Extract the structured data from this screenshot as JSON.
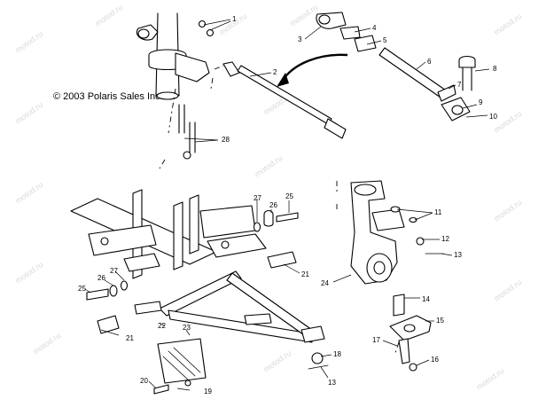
{
  "copyright": "© 2003 Polaris Sales Inc.",
  "watermark": "motod.ru",
  "callouts": {
    "c1": "1",
    "c2": "2",
    "c3": "3",
    "c4": "4",
    "c5": "5",
    "c6": "6",
    "c7": "7",
    "c8": "8",
    "c9": "9",
    "c10": "10",
    "c11": "11",
    "c12": "12",
    "c13a": "13",
    "c13b": "13",
    "c14": "14",
    "c15": "15",
    "c16": "16",
    "c17": "17",
    "c18": "18",
    "c19": "19",
    "c20": "20",
    "c21a": "21",
    "c21b": "21",
    "c22": "22",
    "c23": "23",
    "c24": "24",
    "c25a": "25",
    "c25b": "25",
    "c26a": "26",
    "c26b": "26",
    "c27a": "27",
    "c27b": "27",
    "c28": "28"
  }
}
